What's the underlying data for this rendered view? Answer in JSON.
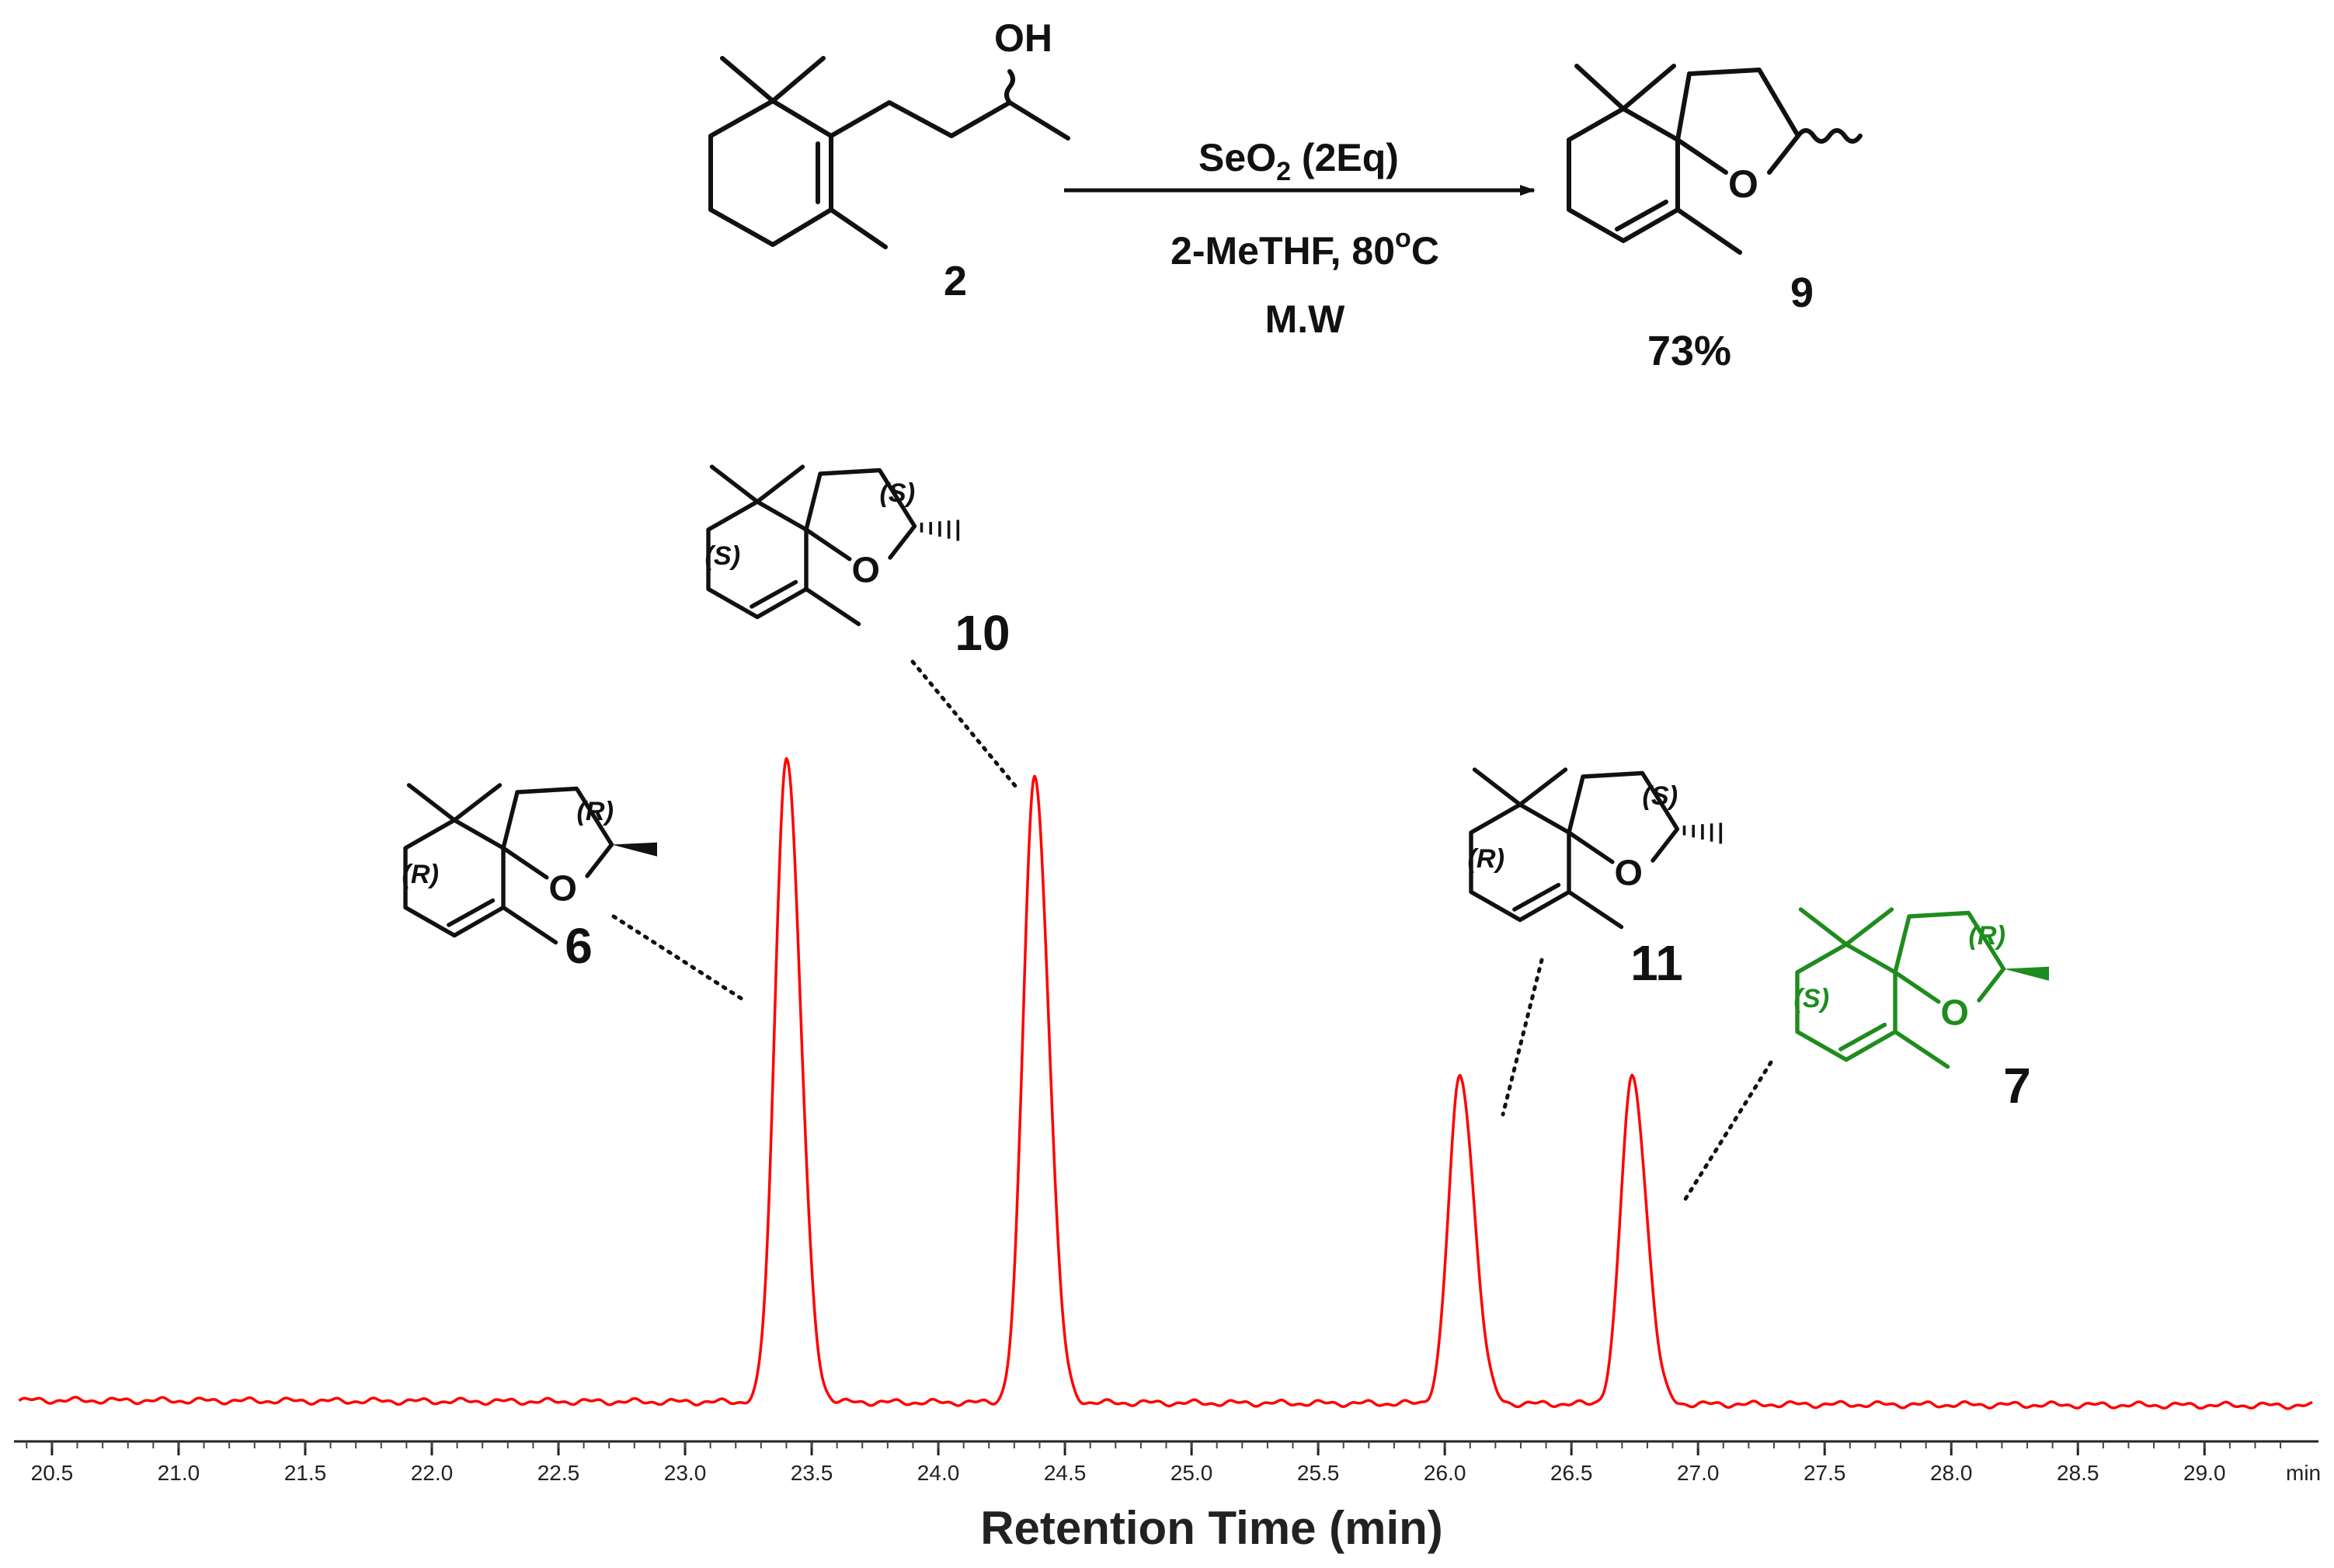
{
  "scheme": {
    "reactant_label": "2",
    "product_label": "9",
    "reactant_oh": "OH",
    "product_o": "O",
    "reagent_main": "SeO",
    "reagent_sub": "2",
    "reagent_eq": " (2Eq)",
    "solvent": "2-MeTHF, ",
    "temperature_num": "80",
    "temperature_sup": "o",
    "temperature_unit": "C",
    "method": "M.W",
    "yield": "73%"
  },
  "isomers": [
    {
      "label": "6",
      "config_ring": "(R)",
      "config_thf": "(R)",
      "o": "O",
      "color": "#111111"
    },
    {
      "label": "10",
      "config_ring": "(S)",
      "config_thf": "(S)",
      "o": "O",
      "color": "#111111"
    },
    {
      "label": "11",
      "config_ring": "(R)",
      "config_thf": "(S)",
      "o": "O",
      "color": "#111111"
    },
    {
      "label": "7",
      "config_ring": "(S)",
      "config_thf": "(R)",
      "o": "O",
      "color": "#1e8c1e"
    }
  ],
  "chart_data": {
    "type": "line",
    "xlabel": "Retention Time (min)",
    "x_unit_label": "min",
    "xlim": [
      20.35,
      29.45
    ],
    "ylim": [
      0,
      1.0
    ],
    "grid": false,
    "line_color": "#ff0000",
    "xticks": [
      "20.5",
      "21.0",
      "21.5",
      "22.0",
      "22.5",
      "23.0",
      "23.5",
      "24.0",
      "24.5",
      "25.0",
      "25.5",
      "26.0",
      "26.5",
      "27.0",
      "27.5",
      "28.0",
      "28.5",
      "29.0"
    ],
    "baseline": {
      "start": 0.02,
      "end": 0.012
    },
    "peaks": [
      {
        "compound": "6",
        "x": 23.4,
        "y": 1.0,
        "width": 0.045
      },
      {
        "compound": "10",
        "x": 24.38,
        "y": 0.97,
        "width": 0.045
      },
      {
        "compound": "11",
        "x": 26.06,
        "y": 0.515,
        "width": 0.045
      },
      {
        "compound": "7",
        "x": 26.74,
        "y": 0.515,
        "width": 0.045
      }
    ]
  }
}
